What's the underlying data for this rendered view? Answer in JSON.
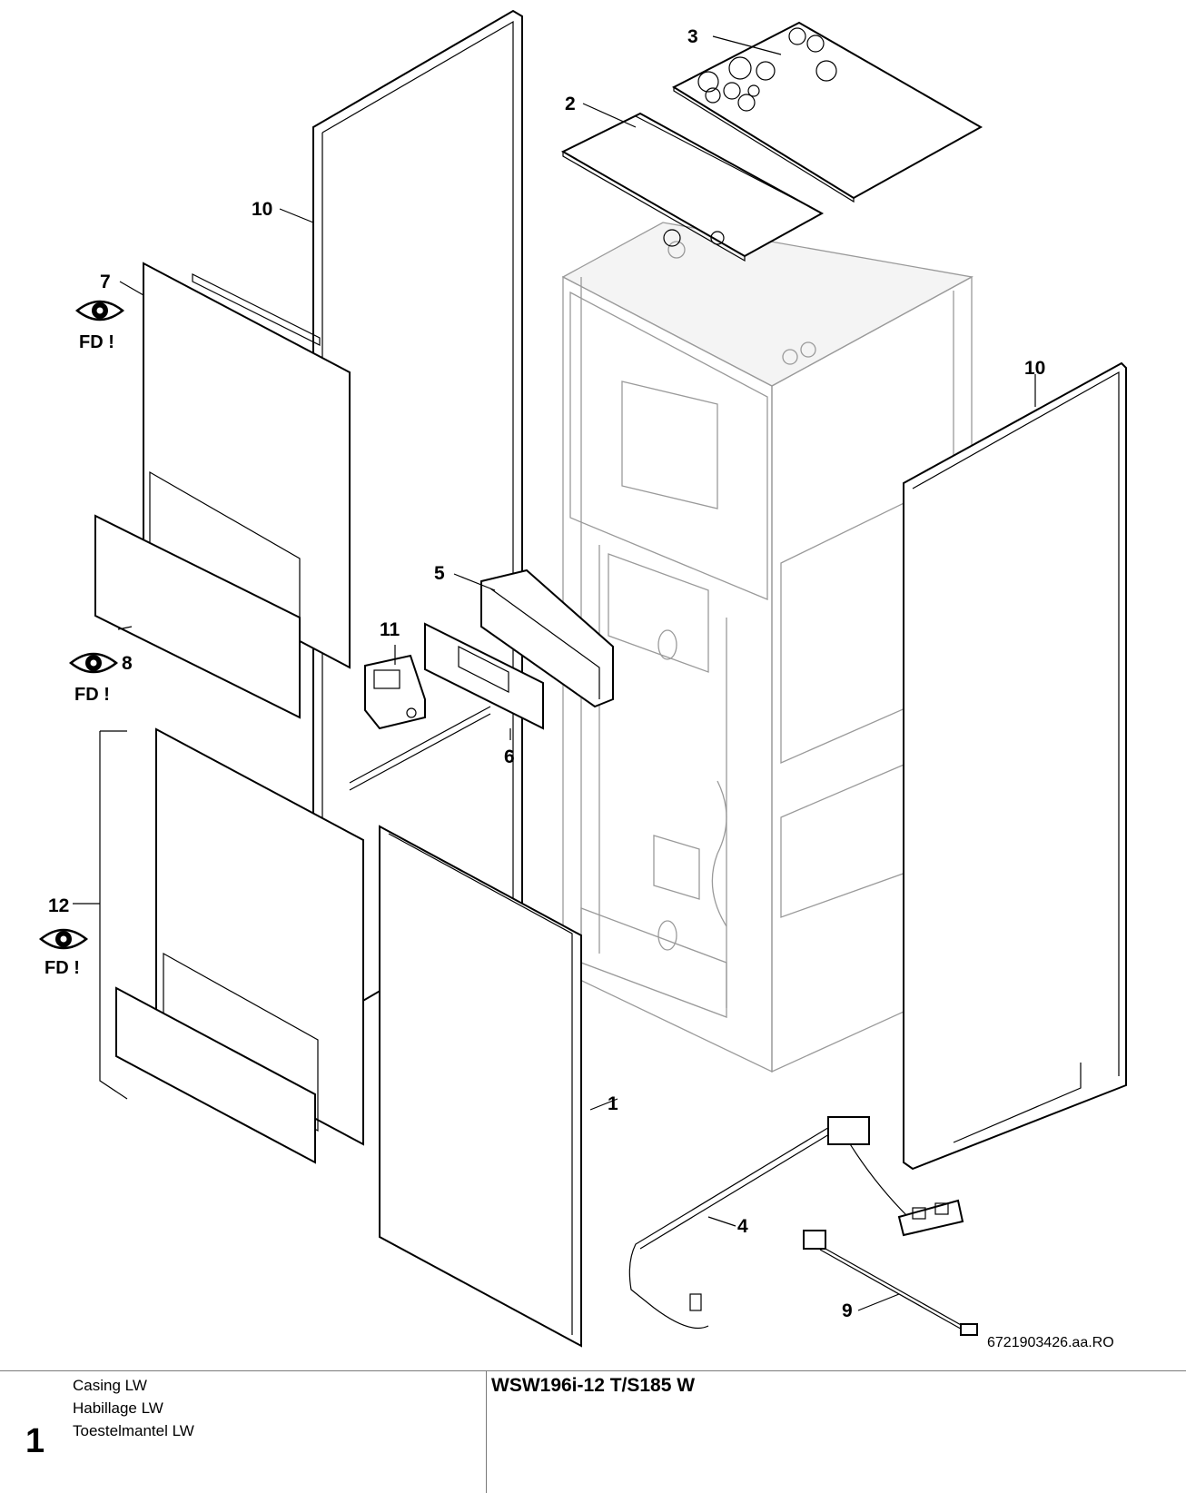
{
  "diagram": {
    "callouts": [
      "1",
      "2",
      "3",
      "4",
      "5",
      "6",
      "7",
      "8",
      "9",
      "10",
      "10",
      "11",
      "12"
    ],
    "fd_notes": [
      "FD !",
      "FD !",
      "FD !"
    ],
    "doc_number": "6721903426.aa.RO"
  },
  "footer": {
    "figure_number": "1",
    "titles": [
      "Casing LW",
      "Habillage LW",
      "Toestelmantel LW"
    ],
    "model": "WSW196i-12 T/S185 W"
  }
}
